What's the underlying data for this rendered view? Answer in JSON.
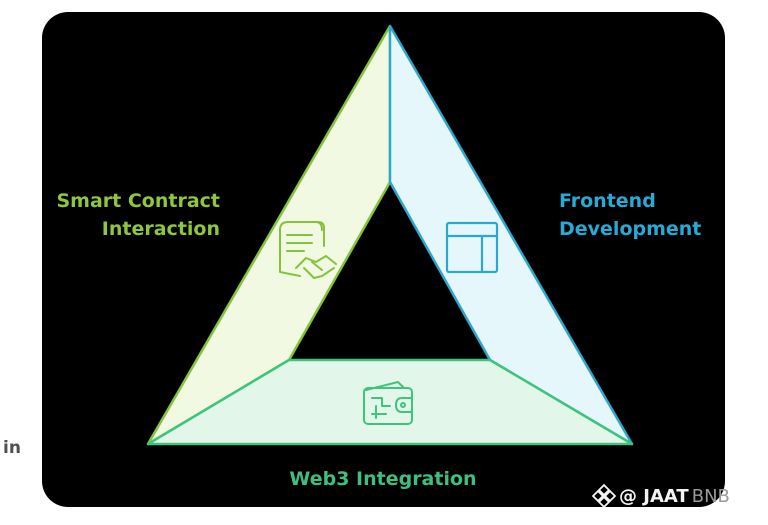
{
  "labels": {
    "left_line1": "Smart Contract",
    "left_line2": "Interaction",
    "right_line1": "Frontend",
    "right_line2": "Development",
    "bottom": "Web3 Integration"
  },
  "side_tag": "in",
  "watermark": {
    "prefix": "@ JAAT",
    "suffix": "BNB",
    "logo": "binance-diamond-logo"
  },
  "icons": {
    "left": "contract-handshake-icon",
    "right": "layout-window-icon",
    "bottom": "wallet-icon"
  },
  "colors": {
    "background": "#000000",
    "left_fill": "#f1f9e3",
    "left_stroke": "#84c43a",
    "left_text": "#8dc63f",
    "right_fill": "#e6f7fc",
    "right_stroke": "#2ea7cf",
    "right_text": "#29a9d6",
    "bottom_fill": "#e3f6ea",
    "bottom_stroke": "#3ec47c",
    "bottom_text": "#3fbf7f"
  }
}
